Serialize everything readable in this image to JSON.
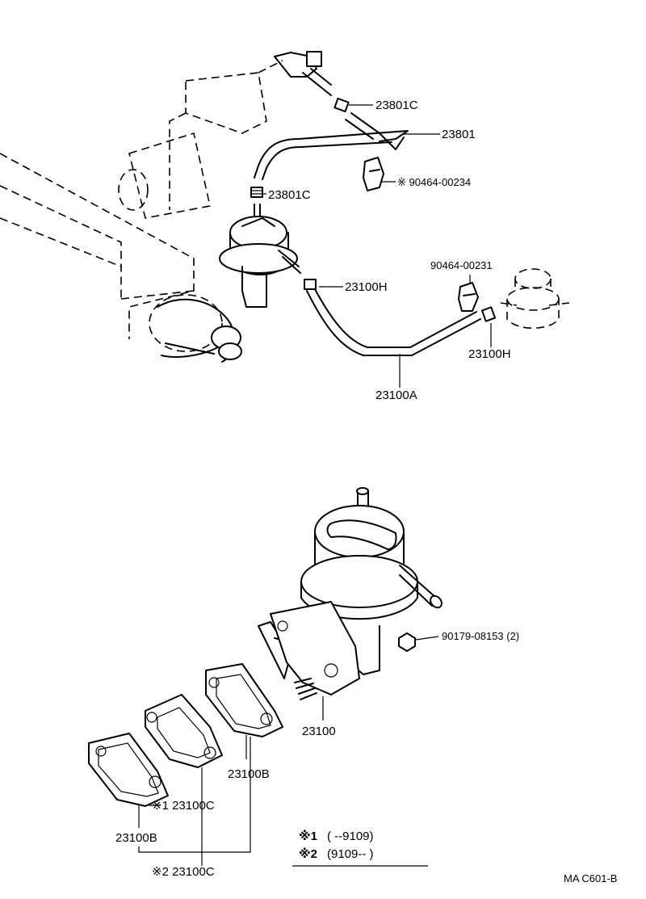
{
  "labels": {
    "l23801c_top": "23801C",
    "l23801": "23801",
    "l90464_00234": "※ 90464-00234",
    "l23801c_mid": "23801C",
    "l90464_00231": "90464-00231",
    "l23100h_left": "23100H",
    "l23100h_right": "23100H",
    "l23100a": "23100A",
    "l90179": "90179-08153 (2)",
    "l23100": "23100",
    "l23100b_right": "23100B",
    "l23100c_1": "※1 23100C",
    "l23100b_left": "23100B",
    "l23100c_2": "※2 23100C"
  },
  "legend": {
    "row1_mark": "※1",
    "row1_text": "(      --9109)",
    "row2_mark": "※2",
    "row2_text": "(9109--        )"
  },
  "footer": {
    "code": "MA  C601-B"
  }
}
